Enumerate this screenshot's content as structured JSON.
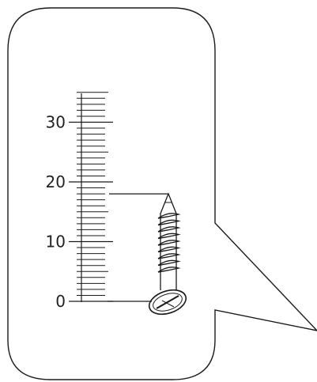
{
  "diagram": {
    "ruler": {
      "tick_labels": [
        {
          "value": 0,
          "text": "0"
        },
        {
          "value": 10,
          "text": "10"
        },
        {
          "value": 20,
          "text": "20"
        },
        {
          "value": 30,
          "text": "30"
        }
      ],
      "max_value": 35
    },
    "screw": {
      "head_reading": 0,
      "tip_reading": 18
    }
  }
}
